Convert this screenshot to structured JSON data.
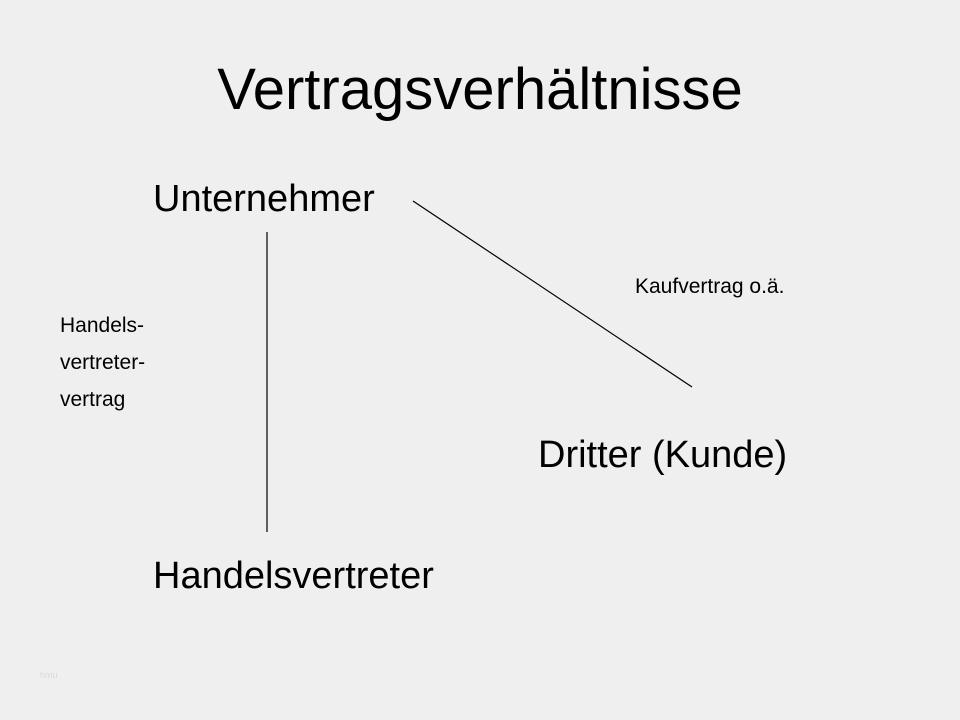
{
  "slide": {
    "title": "Vertragsverhältnisse",
    "background_color": "#efefef"
  },
  "parties": {
    "top": "Unternehmer",
    "right": "Dritter (Kunde)",
    "bottom": "Handelsvertreter"
  },
  "relations": {
    "purchase_contract": "Kaufvertrag o.ä.",
    "agency_contract_lines": [
      "Handels-",
      "vertreter-",
      "vertrag"
    ]
  },
  "footer": {
    "watermark": "hmu"
  }
}
